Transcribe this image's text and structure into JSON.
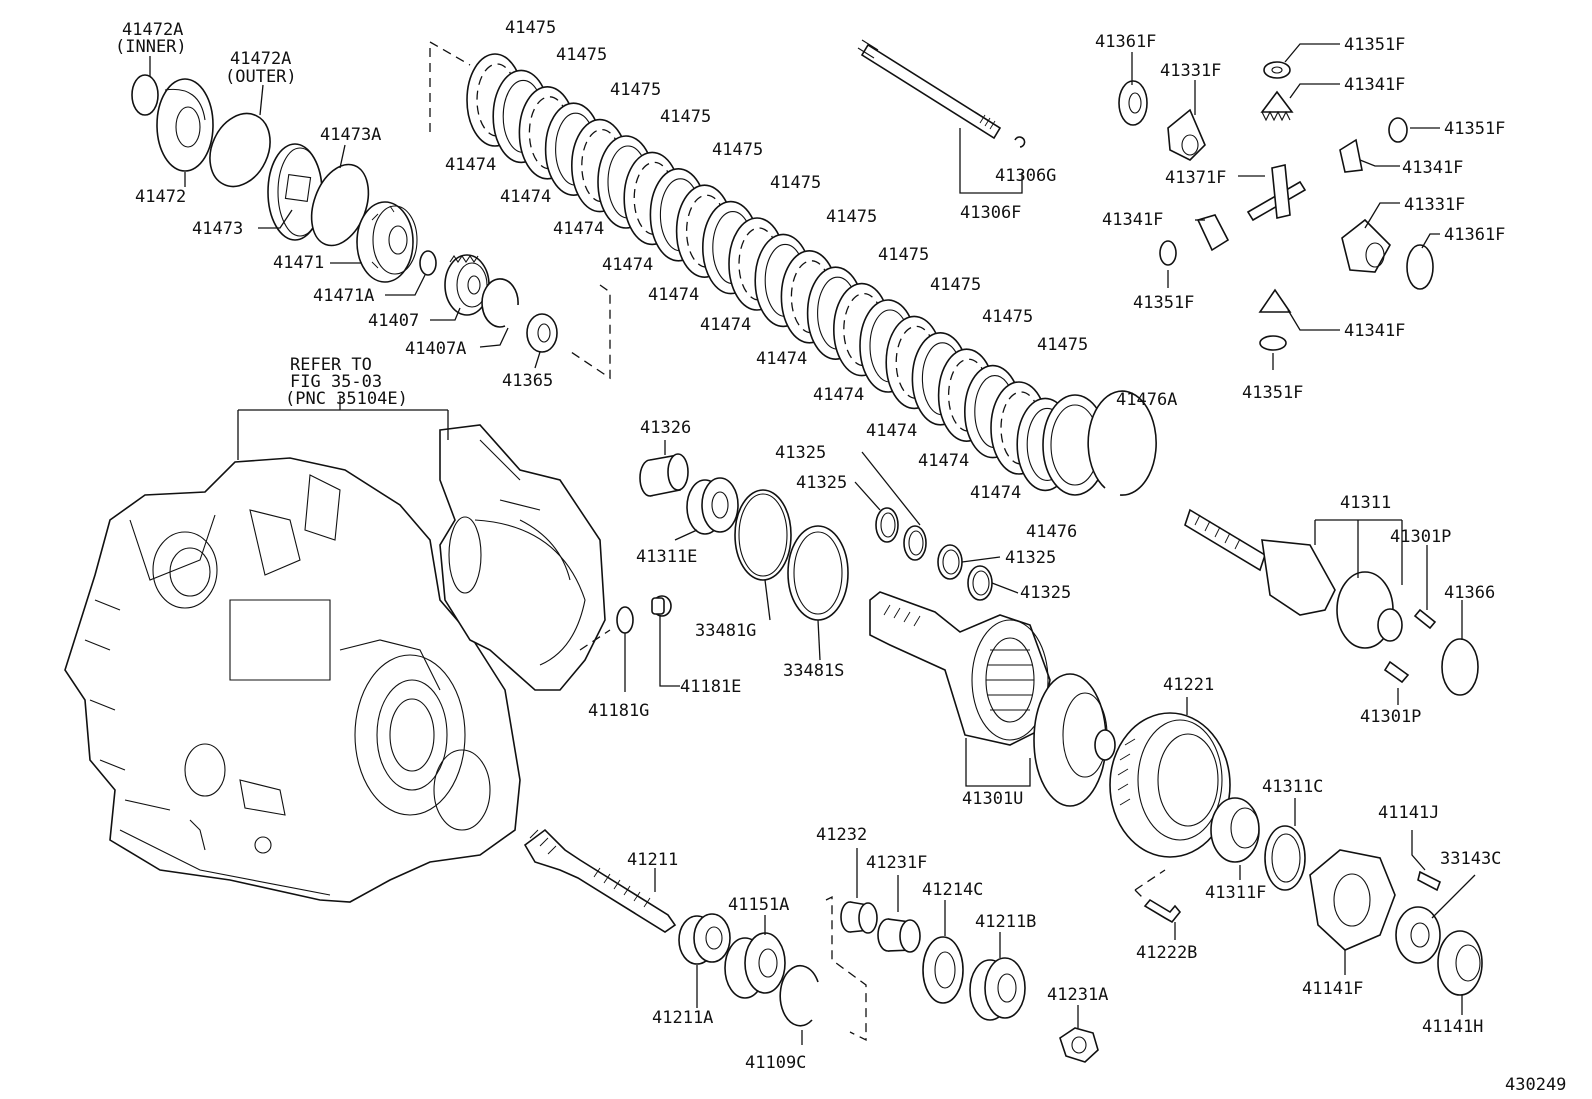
{
  "figure_id": "430249",
  "refer_note": [
    "REFER TO",
    "FIG 35-03",
    "(PNC 35104E)"
  ],
  "labels": {
    "l41472A_inner": "41472A",
    "l41472A_inner_note": "(INNER)",
    "l41472A_outer": "41472A",
    "l41472A_outer_note": "(OUTER)",
    "l41472": "41472",
    "l41473A": "41473A",
    "l41473": "41473",
    "l41471": "41471",
    "l41471A": "41471A",
    "l41407": "41407",
    "l41407A": "41407A",
    "l41365": "41365",
    "l41475": "41475",
    "l41474": "41474",
    "l41476": "41476",
    "l41476A": "41476A",
    "l41306F": "41306F",
    "l41306G": "41306G",
    "l41361F": "41361F",
    "l41331F": "41331F",
    "l41351F": "41351F",
    "l41341F": "41341F",
    "l41371F": "41371F",
    "l41326": "41326",
    "l41311E": "41311E",
    "l41325": "41325",
    "l33481G": "33481G",
    "l33481S": "33481S",
    "l41181G": "41181G",
    "l41181E": "41181E",
    "l41311": "41311",
    "l41301P": "41301P",
    "l41366": "41366",
    "l41301U": "41301U",
    "l41221": "41221",
    "l41311C": "41311C",
    "l41311F": "41311F",
    "l41141J": "41141J",
    "l33143C": "33143C",
    "l41222B": "41222B",
    "l41141F": "41141F",
    "l41141H": "41141H",
    "l41211": "41211",
    "l41151A": "41151A",
    "l41211A": "41211A",
    "l41109C": "41109C",
    "l41232": "41232",
    "l41231F": "41231F",
    "l41214C": "41214C",
    "l41211B": "41211B",
    "l41231A": "41231A"
  }
}
